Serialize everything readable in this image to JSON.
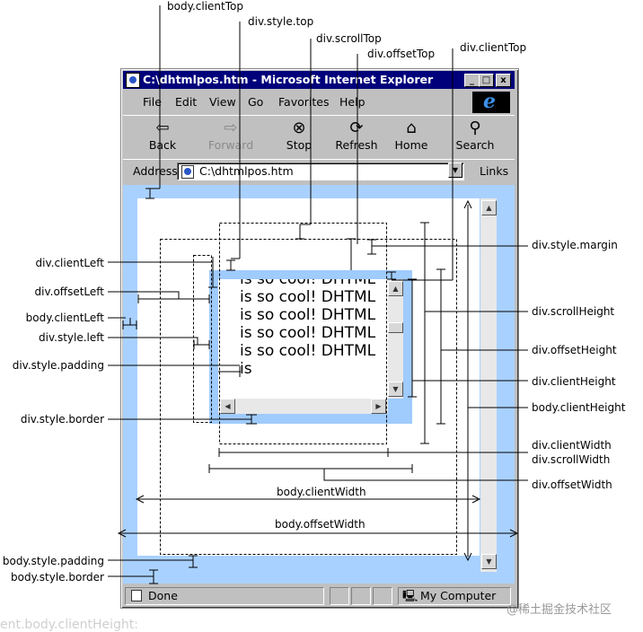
{
  "window": {
    "title": "C:\\dhtmlpos.htm - Microsoft Internet Explorer",
    "controls": [
      "_",
      "□",
      "x"
    ]
  },
  "menu": [
    "File",
    "Edit",
    "View",
    "Go",
    "Favorites",
    "Help"
  ],
  "toolbar": [
    {
      "label": "Back",
      "icon": "back-arrow-icon",
      "glyph": "⇦"
    },
    {
      "label": "Forward",
      "icon": "forward-arrow-icon",
      "glyph": "⇨"
    },
    {
      "label": "Stop",
      "icon": "stop-icon",
      "glyph": "⊗"
    },
    {
      "label": "Refresh",
      "icon": "refresh-icon",
      "glyph": "⟳"
    },
    {
      "label": "Home",
      "icon": "home-icon",
      "glyph": "⌂"
    },
    {
      "label": "Search",
      "icon": "search-icon",
      "glyph": "⚲"
    }
  ],
  "address": {
    "label": "Address",
    "value": "C:\\dhtmlpos.htm",
    "links": "Links"
  },
  "content": {
    "text": "is so cool! DHTML is so cool! DHTML is so cool! DHTML is so cool! DHTML is so cool! DHTML is"
  },
  "status": {
    "left": "Done",
    "zone": "My Computer"
  },
  "labels": {
    "body_client_top": "body.clientTop",
    "div_style_top": "div.style.top",
    "div_scroll_top": "div.scrollTop",
    "div_offset_top": "div.offsetTop",
    "div_client_top": "div.clientTop",
    "div_style_margin": "div.style.margin",
    "div_scroll_height": "div.scrollHeight",
    "div_offset_height": "div.offsetHeight",
    "div_client_height": "div.clientHeight",
    "body_client_height": "body.clientHeight",
    "div_client_width": "div.clientWidth",
    "div_scroll_width": "div.scrollWidth",
    "div_offset_width": "div.offsetWidth",
    "div_client_left": "div.clientLeft",
    "div_offset_left": "div.offsetLeft",
    "body_client_left": "body.clientLeft",
    "div_style_left": "div.style.left",
    "div_style_padding": "div.style.padding",
    "div_style_border": "div.style.border",
    "body_client_width": "body.clientWidth",
    "body_offset_width": "body.offsetWidth",
    "body_style_padding": "body.style.padding",
    "body_style_border": "body.style.border"
  },
  "watermark": "@稀土掘金技术社区",
  "footer_fragment": "ent.body.clientHeight:",
  "colors": {
    "titlebar": "#00007b",
    "viewport_border": "#a9d1ff",
    "div_border": "#9fcbfd",
    "chrome": "#c0c0c0"
  }
}
